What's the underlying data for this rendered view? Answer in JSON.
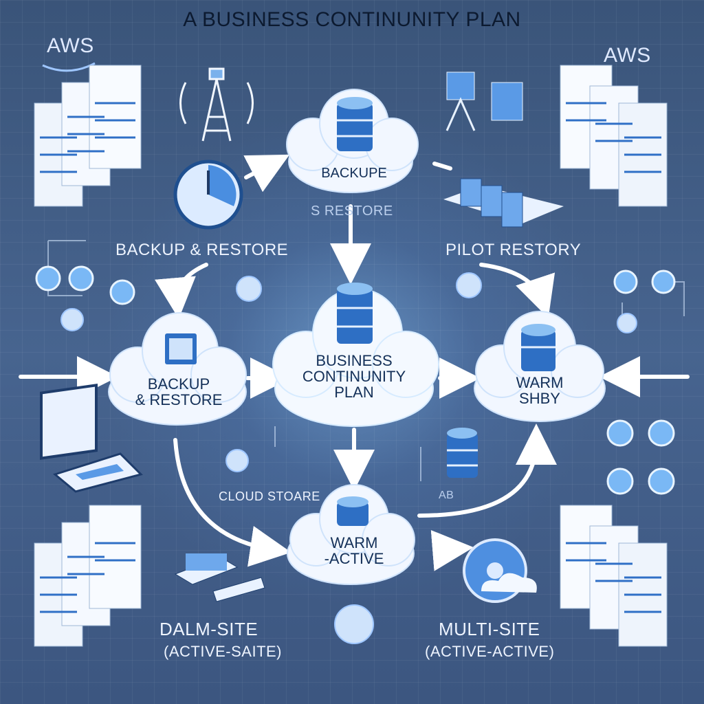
{
  "title": "A BUSINESS CONTINUNITY PLAN",
  "aws_labels": [
    "AWS",
    "AWS"
  ],
  "clouds": {
    "top": "BACKUPE",
    "left": [
      "BACKUP",
      "& RESTORE"
    ],
    "center": [
      "BUSINESS",
      "CONTINUNITY",
      "PLAN"
    ],
    "right": [
      "WARM",
      "SHBY"
    ],
    "bottom": [
      "WARM",
      "-ACTIVE"
    ]
  },
  "labels": {
    "restore": "S RESTORE",
    "backup_restore": "BACKUP & RESTORE",
    "pilot": "PILOT RESTORY",
    "cloud_storage": "CLOUD STOARE",
    "ab": "AB",
    "dalm_site": "DALM-SITE",
    "dalm_sub": "(ACTIVE-SAITE)",
    "multi_site": "MULTI-SITE",
    "multi_sub": "(ACTIVE-ACTIVE)"
  },
  "colors": {
    "accent": "#3d7fd6",
    "cloud": "#f3f8ff",
    "glow": "#bfe2ff",
    "background": "#3f5a82"
  }
}
